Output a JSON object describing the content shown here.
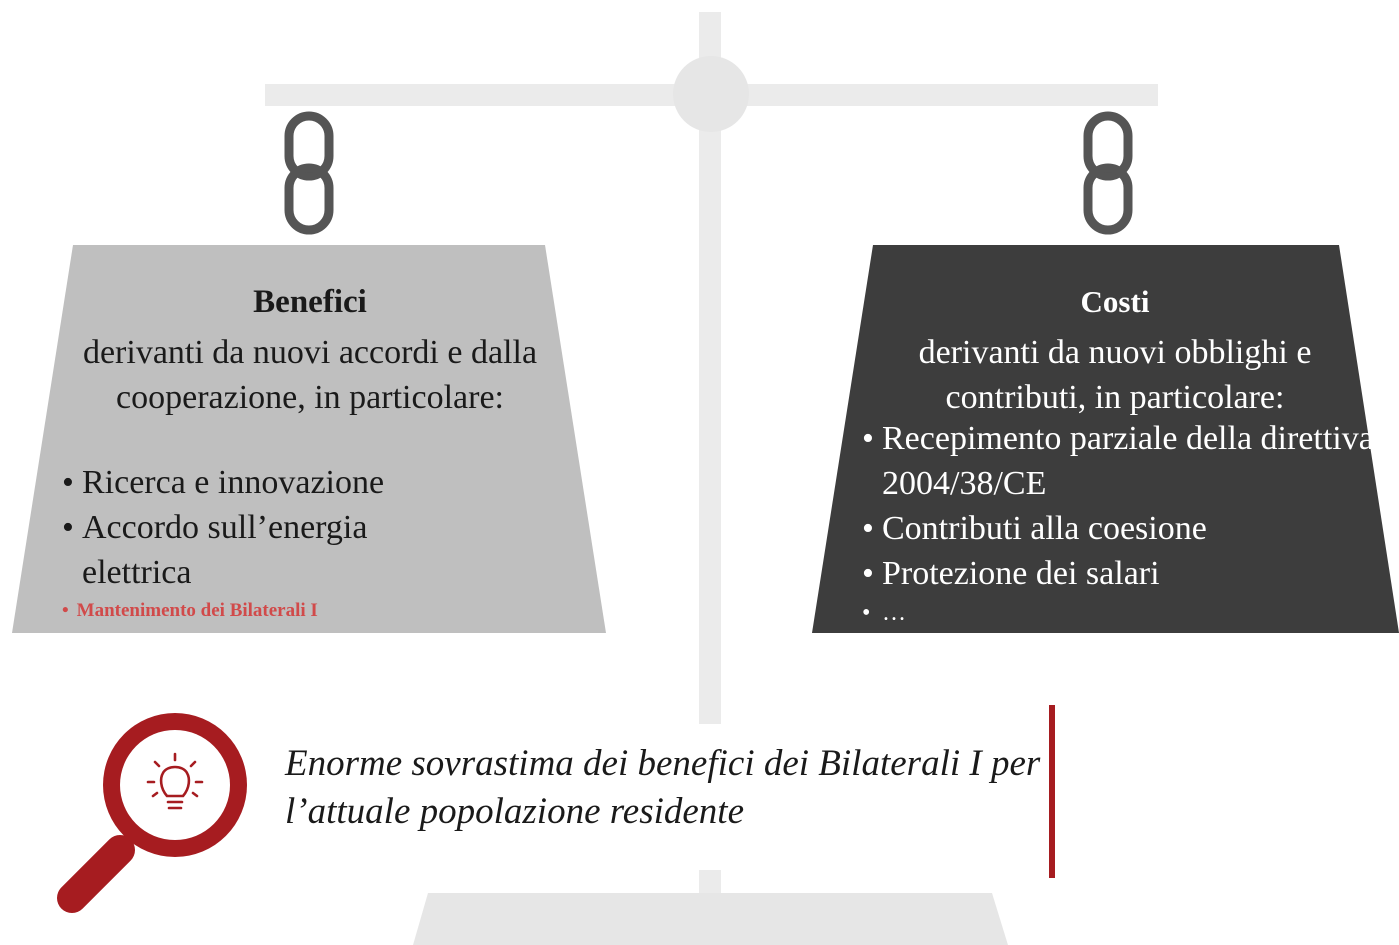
{
  "benefits": {
    "title": "Benefici",
    "description": "derivanti da nuovi accordi e dalla cooperazione, in particolare:",
    "bullets": [
      "Ricerca e innovazione",
      "Accordo sull’energia elettrica"
    ],
    "highlight": "Mantenimento dei Bilaterali I"
  },
  "costs": {
    "title": "Costi",
    "description": "derivanti da nuovi obblighi e contributi, in particolare:",
    "bullets": [
      "Recepimento parziale della direttiva 2004/38/CE",
      "Contributi alla coesione",
      "Protezione dei salari",
      "…"
    ]
  },
  "insight": {
    "text": "Enorme sovrastima dei benefici dei Bilaterali I per l’attuale popolazione residente",
    "icon": "lightbulb-magnifier-icon"
  },
  "colors": {
    "scale": "#ebebeb",
    "chain": "#555555",
    "benefits_weight": "#bfbfbf",
    "costs_weight": "#3d3d3d",
    "accent": "#a61c20",
    "highlight": "#d14a4a"
  }
}
